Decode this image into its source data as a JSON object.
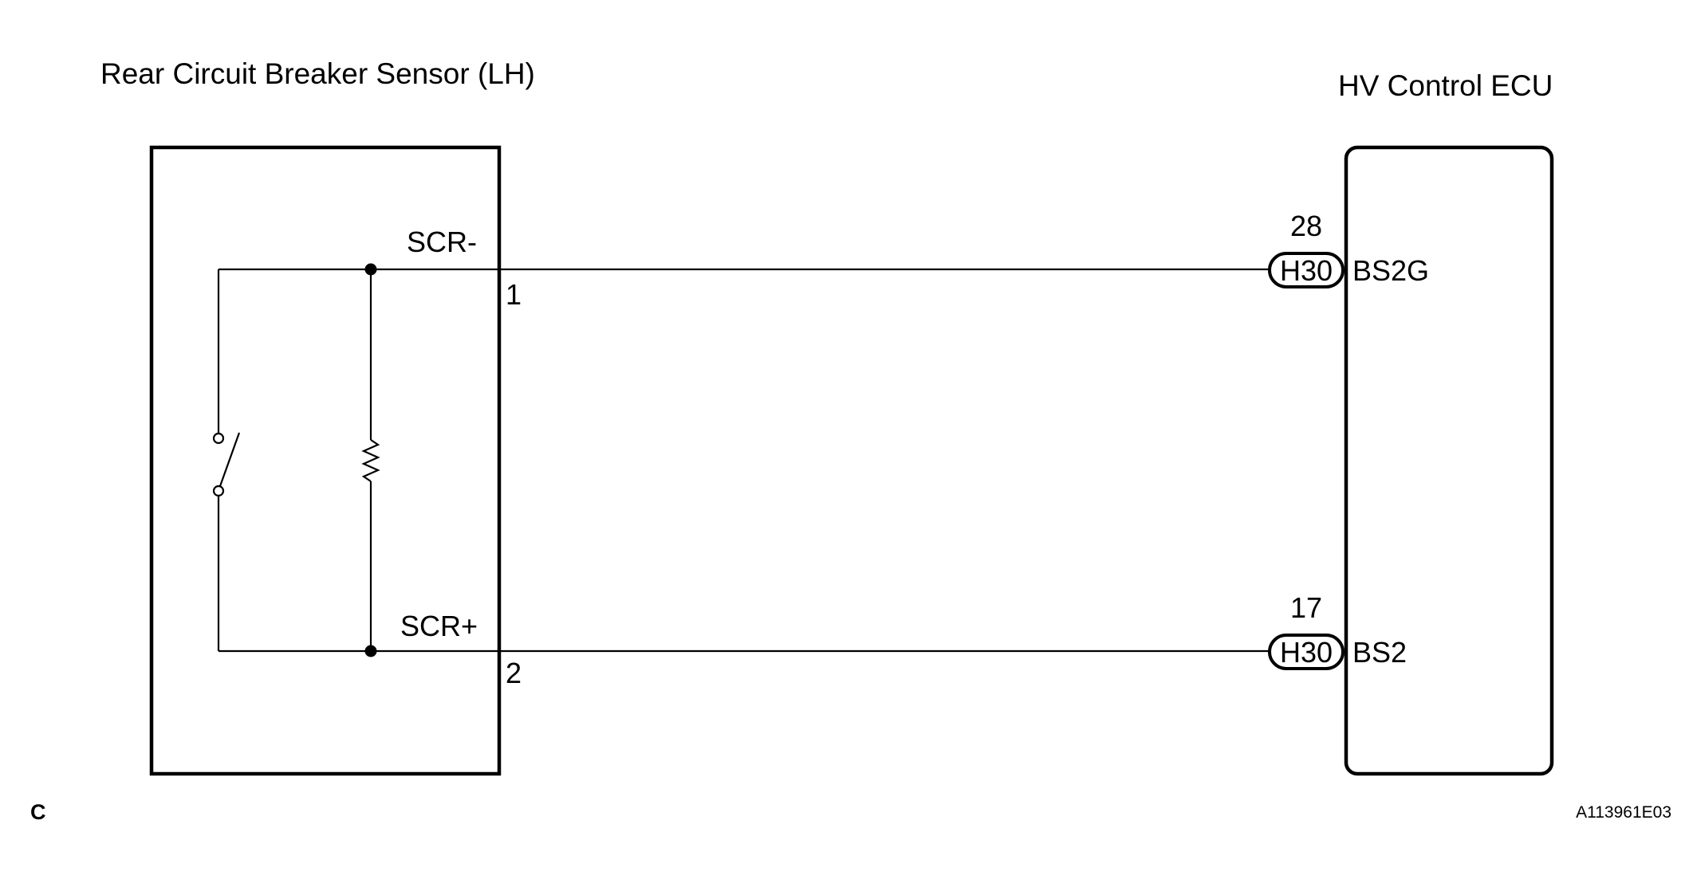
{
  "sensor": {
    "title": "Rear Circuit Breaker Sensor (LH)",
    "terminal_neg": {
      "name": "SCR-",
      "pin": "1"
    },
    "terminal_pos": {
      "name": "SCR+",
      "pin": "2"
    }
  },
  "ecu": {
    "title": "HV Control ECU",
    "terminal_top": {
      "pin": "28",
      "connector": "H30",
      "name": "BS2G"
    },
    "terminal_bottom": {
      "pin": "17",
      "connector": "H30",
      "name": "BS2"
    }
  },
  "footer": {
    "section_letter": "C",
    "figure_code": "A113961E03"
  },
  "colors": {
    "line": "#000000",
    "background": "#ffffff"
  }
}
